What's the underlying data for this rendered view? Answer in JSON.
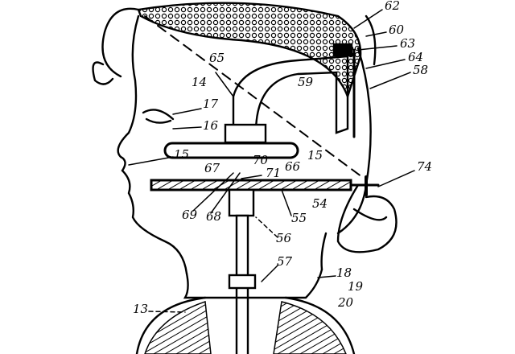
{
  "figure": {
    "labels": [
      {
        "id": "l62",
        "text": "62"
      },
      {
        "id": "l60",
        "text": "60"
      },
      {
        "id": "l63",
        "text": "63"
      },
      {
        "id": "l64",
        "text": "64"
      },
      {
        "id": "l58",
        "text": "58"
      },
      {
        "id": "l65",
        "text": "65"
      },
      {
        "id": "l14",
        "text": "14"
      },
      {
        "id": "l59",
        "text": "59"
      },
      {
        "id": "l17",
        "text": "17"
      },
      {
        "id": "l16",
        "text": "16"
      },
      {
        "id": "l15a",
        "text": "15"
      },
      {
        "id": "l15b",
        "text": "15"
      },
      {
        "id": "l67",
        "text": "67"
      },
      {
        "id": "l70",
        "text": "70"
      },
      {
        "id": "l66",
        "text": "66"
      },
      {
        "id": "l71",
        "text": "71"
      },
      {
        "id": "l74",
        "text": "74"
      },
      {
        "id": "l54",
        "text": "54"
      },
      {
        "id": "l69",
        "text": "69"
      },
      {
        "id": "l68",
        "text": "68"
      },
      {
        "id": "l55",
        "text": "55"
      },
      {
        "id": "l56",
        "text": "56"
      },
      {
        "id": "l57",
        "text": "57"
      },
      {
        "id": "l18",
        "text": "18"
      },
      {
        "id": "l19",
        "text": "19"
      },
      {
        "id": "l13",
        "text": "13"
      },
      {
        "id": "l20",
        "text": "20"
      }
    ]
  }
}
